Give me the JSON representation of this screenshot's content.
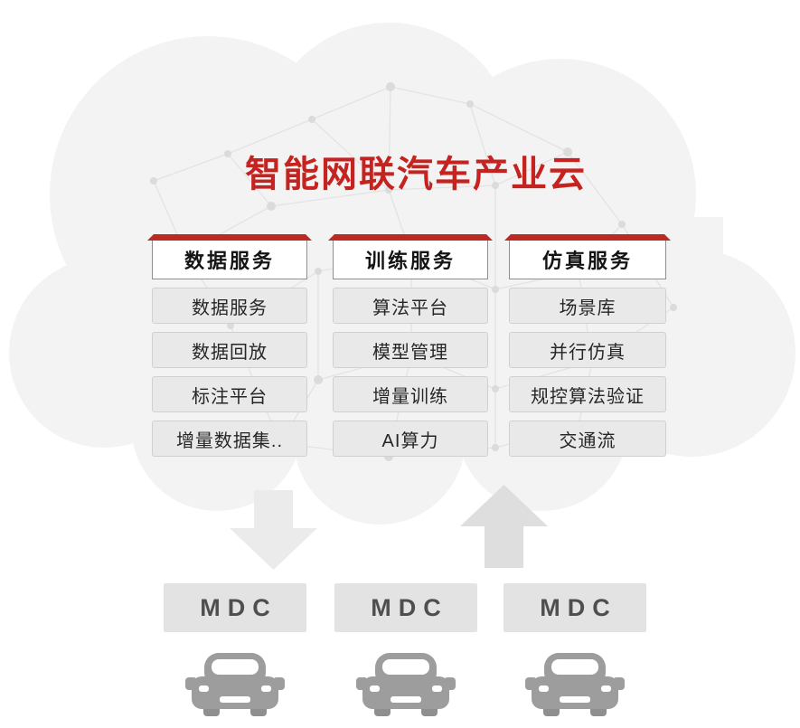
{
  "title": "智能网联汽车产业云",
  "columns": [
    {
      "header": "数据服务",
      "items": [
        "数据服务",
        "数据回放",
        "标注平台",
        "增量数据集.."
      ]
    },
    {
      "header": "训练服务",
      "items": [
        "算法平台",
        "模型管理",
        "增量训练",
        "AI算力"
      ]
    },
    {
      "header": "仿真服务",
      "items": [
        "场景库",
        "并行仿真",
        "规控算法验证",
        "交通流"
      ]
    }
  ],
  "mdc": [
    "MDC",
    "MDC",
    "MDC"
  ],
  "colors": {
    "accent_red": "#c5231f",
    "header_top_red": "#bb2b24",
    "cloud_gray": "#f3f3f4",
    "item_gray": "#e9e9e9",
    "mdc_gray": "#e3e3e3",
    "car_gray": "#9d9d9d"
  },
  "icons": {
    "cloud": "cloud-shape",
    "mesh": "mesh-network-icon",
    "down_arrow": "down-arrow-icon",
    "up_arrow": "up-arrow-icon",
    "car": "car-icon"
  }
}
